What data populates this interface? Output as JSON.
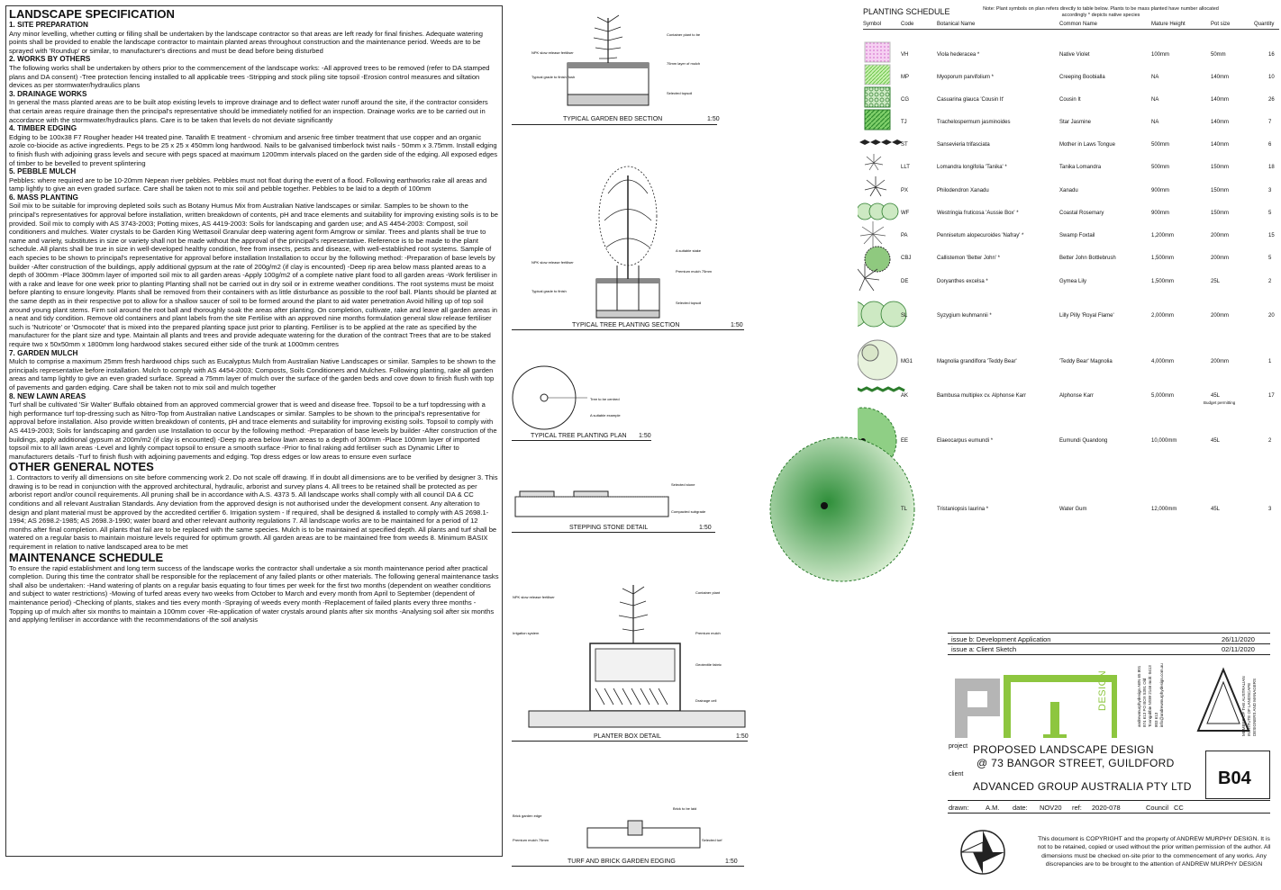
{
  "spec": {
    "title": "LANDSCAPE SPECIFICATION",
    "sections": [
      {
        "heading": "1. SITE PREPARATION",
        "text": "Any minor levelling, whether cutting or filling shall be undertaken by the landscape contractor so that areas are left ready for final finishes. Adequate watering points shall be provided to enable the landscape contractor to maintain planted areas throughout construction and the maintenance period. Weeds are to be sprayed with 'Roundup' or similar, to manufacturer's directions and must be dead before being disturbed"
      },
      {
        "heading": "2. WORKS BY OTHERS",
        "text": "The following works shall be undertaken by others prior to the commencement of the landscape works: -All approved trees to be removed (refer to DA stamped plans and DA consent) -Tree protection fencing installed to all applicable trees -Stripping and stock piling site topsoil -Erosion control measures and siltation devices as per stormwater/hydraulics plans"
      },
      {
        "heading": "3. DRAINAGE WORKS",
        "text": "In general the mass planted areas are to be built atop existing levels to improve drainage and to deflect water runoff around the site, if the contractor considers that certain areas require drainage then the principal's representative should be immediately notified for an inspection. Drainage works are to be carried out in accordance with the stormwater/hydraulics plans. Care is to be taken that levels do not deviate significantly"
      },
      {
        "heading": "4. TIMBER EDGING",
        "text": "Edging to be 100x38 F7 Rougher header H4 treated pine. Tanalith E treatment - chromium and arsenic free timber treatment that use copper and an organic azole co-biocide as active ingredients. Pegs to be 25 x 25 x 450mm long hardwood. Nails to be galvanised timberlock twist nails - 50mm x 3.75mm. Install edging to finish flush with adjoining grass levels and secure with pegs spaced at maximum 1200mm intervals placed on the garden side of the edging. All exposed edges of timber to be bevelled to prevent splintering"
      },
      {
        "heading": "5. PEBBLE MULCH",
        "text": "Pebbles: where required are to be 10-20mm Nepean river pebbles. Pebbles must not float during the event of a flood. Following earthworks rake all areas and tamp lightly to give an even graded surface. Care shall be taken not to mix soil and pebble together. Pebbles to be laid to a depth of 100mm"
      },
      {
        "heading": "6. MASS PLANTING",
        "text": "Soil mix to be suitable for improving depleted soils such as Botany Humus Mix from Australian Native landscapes or similar. Samples to be shown to the principal's representatives for approval before installation, written breakdown of contents, pH and trace elements and suitability for improving existing soils is to be provided. Soil mix to comply with AS 3743-2003; Potting mixes, AS 4419-2003: Soils for landscaping and garden use; and AS 4454-2003: Compost, soil conditioners and mulches. Water crystals to be Garden King Wettasoil Granular deep watering agent form Amgrow or similar. Trees and plants shall be true to name and variety, substitutes in size or variety shall not be made without the approval of the principal's representative. Reference is to be made to the plant schedule. All plants shall be true in size in well-developed healthy condition, free from insects, pests and disease, with well-established root systems. Sample of each species to be shown to principal's representative for approval before installation Installation to occur by the following method: -Preparation of base levels by builder -After construction of the buildings, apply additional gypsum at the rate of 200g/m2 (if clay is encounted) -Deep rip area below mass planted areas to a depth of 300mm -Place 300mm layer of imported soil mix to all garden areas -Apply 100g/m2 of a complete native plant food to all garden areas -Work fertiliser in with a rake and leave for one week prior to planting Planting shall not be carried out in dry soil or in extreme weather conditions. The root systems must be moist before planting to ensure longevity. Plants shall be removed from their containers with as little disturbance as possible to the roof ball. Plants should be planted at the same depth as in their respective pot to allow for a shallow saucer of soil to be formed around the plant to aid water penetration Avoid hilling up of top soil around young plant stems. Firm soil around the root ball and thoroughly soak the areas after planting. On completion, cultivate, rake and leave all garden areas in a neat and tidy condition. Remove old containers and plant labels from the site Fertilise with an approved nine months formulation general slow release fertiliser such is 'Nutricote' or 'Osmocote' that is mixed into the prepared planting space just prior to planting. Fertiliser is to be applied at the rate as specified by the manufacturer for the plant size and type. Maintain all plants and trees and provide adequate watering for the duration of the contract Trees that are to be staked require two x 50x50mm x 1800mm long hardwood stakes secured either side of the trunk at 1000mm centres"
      },
      {
        "heading": "7. GARDEN MULCH",
        "text": "Mulch to comprise a maximum 25mm fresh hardwood chips such as Eucalyptus Mulch from Australian Native Landscapes or similar. Samples to be shown to the principals representative before installation. Mulch to comply with AS 4454-2003; Composts, Soils Conditioners and Mulches. Following planting, rake all garden areas and tamp lightly to give an even graded surface. Spread a 75mm layer of mulch over the surface of the garden beds and cove down to finish flush with top of pavements and garden edging. Care shall be taken not to mix soil and mulch together"
      },
      {
        "heading": "8. NEW LAWN AREAS",
        "text": "Turf shall be cultivated 'Sir Walter' Buffalo obtained from an approved commercial grower that is weed and disease free. Topsoil to be a turf topdressing with a high performance turf top-dressing such as Nitro-Top from Australian native Landscapes or similar. Samples to be shown to the principal's representative for approval before installation. Also provide written breakdown of contents, pH and trace elements and suitability for improving existing soils. Topsoil to comply with AS 4419-2003; Soils for landscaping and garden use Installation to occur by the following method: -Preparation of base levels by builder -After construction of the buildings, apply additional gypsum at 200m/m2 (if clay is encounted) -Deep rip area below lawn areas to a depth of 300mm -Place 100mm layer of imported topsoil mix to all lawn areas -Level and lightly compact topsoil to ensure a smooth surface -Prior to final raking add fertiliser such as Dynamic Lifter to manufacturers details -Turf to finish flush with adjoining pavements and edging. Top dress edges or low areas to ensure even surface"
      }
    ],
    "notes_title": "OTHER GENERAL NOTES",
    "notes_text": "1. Contractors to verify all dimensions on site before commencing work 2. Do not scale off drawing. If in doubt all dimensions are to be verified by designer 3. This drawing is to be read in conjunction with the approved architectural, hydraulic, arborist and survey plans 4. All trees to be retained shall be protected as per arborist report and/or council requirements. All pruning shall be in accordance with A.S. 4373 5. All landscape works shall comply with all council DA & CC conditions and all relevant Australian Standards. Any deviation from the approved design is not authorised under the development consent. Any alteration to design and plant material must be approved by the accredited certifier 6. Irrigation system - If required, shall be designed & installed to comply with AS 2698.1-1994; AS 2698.2-1985; AS 2698.3-1990; water board and other relevant authority regulations 7. All landscape works are to be maintained for a period of 12 months after final completion. All plants that fail are to be replaced with the same species. Mulch is to be maintained at specified depth. All plants and turf shall be watered on a regular basis to maintain moisture levels required for optimum growth. All garden areas are to be maintained free from weeds 8. Minimum BASIX requirement in relation to native landscaped area to be met",
    "maint_title": "MAINTENANCE SCHEDULE",
    "maint_text": "To ensure the rapid establishment and long term success of the landscape works the contractor shall undertake a six month maintenance period after practical completion. During this time the contrator shall be responsible for the replacement of any failed plants or other materials. The following general maintenance tasks shall also be undertaken: -Hand watering of plants on a regular basis equating to four times per week for the first two months (dependent on weather conditions and subject to water restrictions) -Mowing of turfed areas every two weeks from October to March and every month from April to September (dependent of maintenance period) -Checking of plants, stakes and ties every month -Spraying of weeds every month -Replacement of failed plants every three months -Topping up of mulch after six months to maintain a 100mm cover -Re-application of water crystals around plants after six months -Analysing soil after six months and applying fertiliser in accordance with the recommendations of the soil analysis"
  },
  "details": {
    "d1": {
      "title": "TYPICAL GARDEN BED SECTION",
      "scale": "1:50"
    },
    "d2": {
      "title": "TYPICAL TREE PLANTING SECTION",
      "scale": "1:50"
    },
    "d3": {
      "title": "TYPICAL TREE PLANTING PLAN",
      "scale": "1:50"
    },
    "d4": {
      "title": "STEPPING STONE DETAIL",
      "scale": "1:50"
    },
    "d5": {
      "title": "PLANTER BOX DETAIL",
      "scale": "1:50"
    },
    "d6": {
      "title": "TURF AND BRICK GARDEN EDGING",
      "scale": "1:50"
    }
  },
  "schedule": {
    "title": "PLANTING SCHEDULE",
    "note": "Note: Plant symbols on plan refers directly to table below. Plants to be mass planted have number allocated accordingly * depicts native species",
    "headers": {
      "symbol": "Symbol",
      "code": "Code",
      "botanical": "Botanical Name",
      "common": "Common Name",
      "height": "Mature Height",
      "pot": "Pot size",
      "qty": "Quantity"
    },
    "rows": [
      {
        "code": "VH",
        "botanical": "Viola hederacea *",
        "common": "Native Violet",
        "height": "100mm",
        "pot": "50mm",
        "qty": "16"
      },
      {
        "code": "MP",
        "botanical": "Myoporum parvifolium *",
        "common": "Creeping Boobialla",
        "height": "NA",
        "pot": "140mm",
        "qty": "10"
      },
      {
        "code": "CG",
        "botanical": "Casuarina glauca 'Cousin It'",
        "common": "Cousin It",
        "height": "NA",
        "pot": "140mm",
        "qty": "26"
      },
      {
        "code": "TJ",
        "botanical": "Trachelospermum jasminoides",
        "common": "Star Jasmine",
        "height": "NA",
        "pot": "140mm",
        "qty": "7"
      },
      {
        "code": "ST",
        "botanical": "Sansevieria trifasciata",
        "common": "Mother in Laws Tongue",
        "height": "500mm",
        "pot": "140mm",
        "qty": "6"
      },
      {
        "code": "LLT",
        "botanical": "Lomandra longifolia 'Tanika' *",
        "common": "Tanika Lomandra",
        "height": "500mm",
        "pot": "150mm",
        "qty": "18"
      },
      {
        "code": "PX",
        "botanical": "Philodendron Xanadu",
        "common": "Xanadu",
        "height": "900mm",
        "pot": "150mm",
        "qty": "3"
      },
      {
        "code": "WF",
        "botanical": "Westringia fruticosa 'Aussie Box' *",
        "common": "Coastal Rosemary",
        "height": "900mm",
        "pot": "150mm",
        "qty": "5"
      },
      {
        "code": "PA",
        "botanical": "Pennisetum alopecuroides 'Nafray' *",
        "common": "Swamp Foxtail",
        "height": "1,200mm",
        "pot": "200mm",
        "qty": "15"
      },
      {
        "code": "CBJ",
        "botanical": "Callistemon 'Better John' *",
        "common": "Better John Bottlebrush",
        "height": "1,500mm",
        "pot": "200mm",
        "qty": "5"
      },
      {
        "code": "DE",
        "botanical": "Doryanthes excelsa *",
        "common": "Gymea Lily",
        "height": "1,500mm",
        "pot": "25L",
        "qty": "2"
      },
      {
        "code": "SL",
        "botanical": "Syzygium leuhmannii *",
        "common": "Lilly Pilly 'Royal Flame'",
        "height": "2,000mm",
        "pot": "200mm",
        "qty": "20"
      },
      {
        "code": "MG1",
        "botanical": "Magnolia grandiflora 'Teddy Bear'",
        "common": "'Teddy Bear' Magnolia",
        "height": "4,000mm",
        "pot": "200mm",
        "qty": "1"
      },
      {
        "code": "AK",
        "botanical": "Bambusa multiplex cv. Alphonse Karr",
        "common": "Alphonse Karr",
        "height": "5,000mm",
        "pot": "45L",
        "qty": "17",
        "pot_note": "Budget permitting"
      },
      {
        "code": "EE",
        "botanical": "Elaeocarpus eumundi *",
        "common": "Eumundi Quandong",
        "height": "10,000mm",
        "pot": "45L",
        "qty": "2"
      },
      {
        "code": "TL",
        "botanical": "Tristaniopsis laurina *",
        "common": "Water Gum",
        "height": "12,000mm",
        "pot": "45L",
        "qty": "3"
      }
    ]
  },
  "titleblock": {
    "issue_b": "issue b: Development Application",
    "issue_b_date": "26/11/2020",
    "issue_a": "issue a: Client Sketch",
    "issue_a_date": "02/11/2020",
    "project_label": "project",
    "project_line1": "PROPOSED LANDSCAPE DESIGN",
    "project_line2": "@ 73 BANGOR STREET, GUILDFORD",
    "client_label": "client",
    "client": "ADVANCED GROUP AUSTRALIA PTY LTD",
    "sheet": "B04",
    "drawn_label": "drawn:",
    "drawn": "A.M.",
    "date_label": "date:",
    "date": "NOV20",
    "ref_label": "ref:",
    "ref": "2020-078",
    "council_label": "Council",
    "council": "CC",
    "logo_word": "DESIGN",
    "contact": "andrewmurphydesign ABN 65 801 874 613 PO BOX 5391 Old Toongabbie NSW 2146 mob: 0413 803 613 info@andrewmurphydesign.com.au",
    "member": "MEMBER OF THE AUSTRALIAN INSTITUTE OF LANDSCAPE DESIGNERS AND MANAGERS",
    "copyright": "This document is COPYRIGHT and the property of ANDREW MURPHY DESIGN. It is not to be retained, copied or used without the prior written permission of the author. All dimensions must be checked on-site prior to the commencement of any works. Any discrepancies are to be brought to the attention of ANDREW MURPHY DESIGN"
  },
  "colors": {
    "green": "#8dc63f",
    "dark_green": "#3a8a3a",
    "grey": "#b5b5b5"
  }
}
